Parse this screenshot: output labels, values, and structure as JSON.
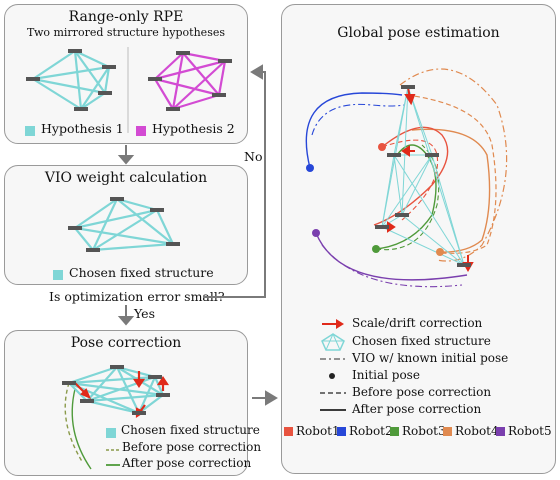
{
  "colors": {
    "cyan": "#7fd6d6",
    "magenta": "#d34bd3",
    "robot1": "#e8533f",
    "robot2": "#2747d8",
    "robot3": "#4f9a3a",
    "robot4": "#e08a50",
    "robot5": "#7a3fae",
    "arrow_gray": "#7a7a7a",
    "drift_red": "#e02a1a"
  },
  "panel_rpe": {
    "title": "Range-only RPE",
    "subtitle": "Two mirrored structure hypotheses",
    "hyp1": "Hypothesis 1",
    "hyp2": "Hypothesis 2"
  },
  "panel_vio": {
    "title": "VIO weight calculation",
    "legend": "Chosen fixed structure"
  },
  "question": "Is optimization error small?",
  "no_label": "No",
  "yes_label": "Yes",
  "panel_pose": {
    "title": "Pose correction",
    "legend_structure": "Chosen fixed structure",
    "legend_before": "Before pose correction",
    "legend_after": "After pose correction"
  },
  "panel_global": {
    "title": "Global pose estimation",
    "legend": [
      "Scale/drift correction",
      "Chosen fixed structure",
      "VIO w/ known initial pose",
      "Initial pose",
      "Before pose correction",
      "After pose correction"
    ],
    "robots": [
      "Robot1",
      "Robot2",
      "Robot3",
      "Robot4",
      "Robot5"
    ]
  }
}
